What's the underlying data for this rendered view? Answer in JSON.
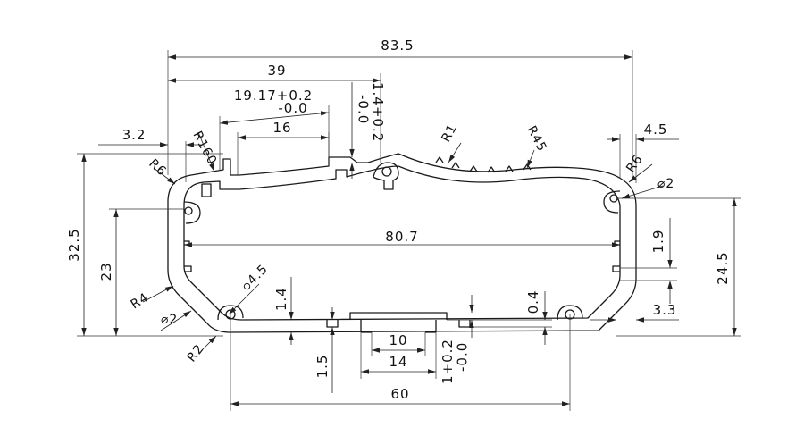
{
  "dimensions": {
    "overall_width": "83.5",
    "left_section_width": "39",
    "slot_width_upper": "19.17+0.2",
    "slot_width_lower": "-0.0",
    "slot_inner": "16",
    "slot_depth": "1.4+0.2\n-0.0",
    "left_offset": "3.2",
    "right_offset": "4.5",
    "radius_160": "R160",
    "radius_1": "R1",
    "radius_45": "R45",
    "radius_6_left": "R6",
    "radius_6_right": "R6",
    "radius_4": "R4",
    "radius_2": "R2",
    "dia_2_left": "⌀2",
    "dia_2_right": "⌀2",
    "dia_4_5": "⌀4.5",
    "wall_1_4": "1.4",
    "inner_width": "80.7",
    "overall_height": "32.5",
    "inner_height": "23",
    "right_height": "24.5",
    "rib_1_9": "1.9",
    "rib_3_3": "3.3",
    "step_0_4": "0.4",
    "bottom_1_5": "1.5",
    "tab_10": "10",
    "tab_14": "14",
    "tab_tol": "1+0.2\n-0.0",
    "bottom_60": "60"
  }
}
